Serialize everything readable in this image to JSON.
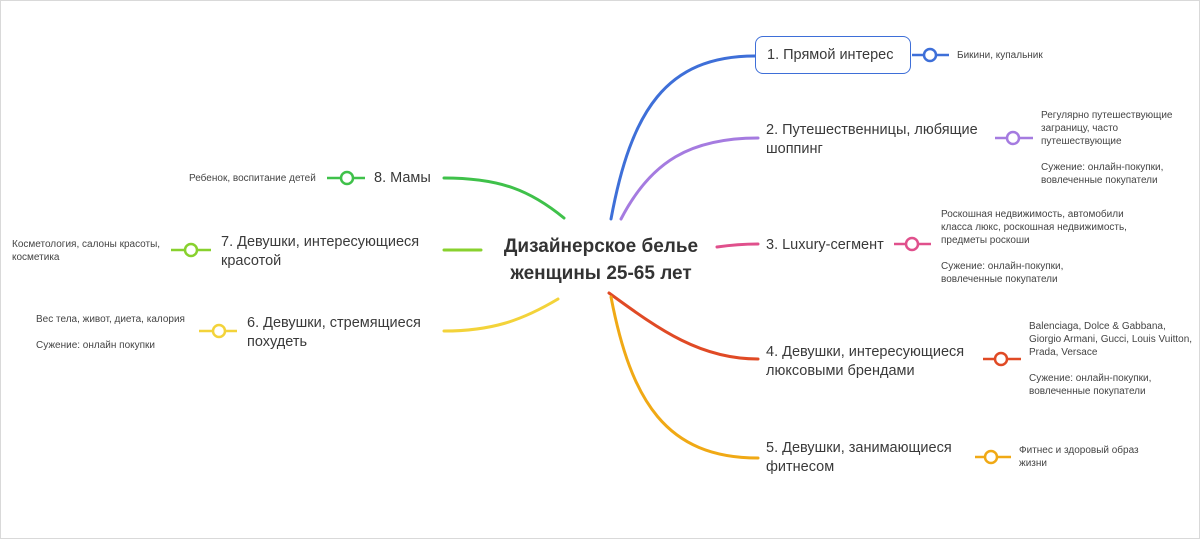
{
  "center": {
    "title_line1": "Дизайнерское белье",
    "title_line2": "женщины 25-65 лет"
  },
  "branches": [
    {
      "id": "b1",
      "color": "#3e6fd8",
      "line1": "1. Прямой интерес",
      "line2": "",
      "note": [
        "Бикини, купальник"
      ]
    },
    {
      "id": "b2",
      "color": "#a57be0",
      "line1": "2. Путешественницы, любящие",
      "line2": "шоппинг",
      "note": [
        "Регулярно путешествующие",
        "заграницу, часто путешествующие",
        "",
        "Сужение: онлайн-покупки,",
        "вовлеченные покупатели"
      ]
    },
    {
      "id": "b3",
      "color": "#e0508c",
      "line1": "3. Luxury-сегмент",
      "line2": "",
      "note": [
        "Роскошная недвижимость, автомобили",
        "класса люкс, роскошная недвижимость,",
        "предметы роскоши",
        "",
        "Сужение: онлайн-покупки,",
        "вовлеченные покупатели"
      ]
    },
    {
      "id": "b4",
      "color": "#e04a25",
      "line1": "4. Девушки, интересующиеся",
      "line2": "люксовыми брендами",
      "note": [
        "Balenciaga, Dolce & Gabbana,",
        "Giorgio Armani, Gucci, Louis Vuitton,",
        "Prada, Versace",
        "",
        "Сужение: онлайн-покупки,",
        "вовлеченные покупатели"
      ]
    },
    {
      "id": "b5",
      "color": "#f0a915",
      "line1": "5.  Девушки, занимающиеся",
      "line2": "фитнесом",
      "note": [
        "Фитнес и здоровый образ",
        "жизни"
      ]
    },
    {
      "id": "b6",
      "color": "#f3d33a",
      "line1": "6.  Девушки, стремящиеся",
      "line2": "похудеть",
      "note": [
        "Вес тела, живот, диета, калория",
        "",
        "Сужение: онлайн покупки"
      ]
    },
    {
      "id": "b7",
      "color": "#88d12e",
      "line1": "7.  Девушки, интересующиеся",
      "line2": "красотой",
      "note": [
        "Косметология, салоны красоты,",
        "косметика"
      ]
    },
    {
      "id": "b8",
      "color": "#3fc14a",
      "line1": "8. Мамы",
      "line2": "",
      "note": [
        "Ребенок, воспитание детей"
      ]
    }
  ]
}
